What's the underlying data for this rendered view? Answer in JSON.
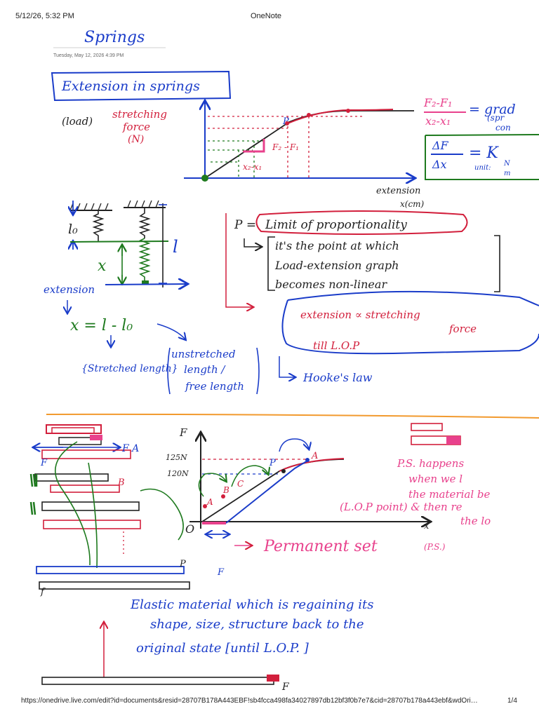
{
  "print_header": {
    "datetime": "5/12/26, 5:32 PM",
    "app": "OneNote"
  },
  "note": {
    "title": "Springs",
    "created": "Tuesday, May 12, 2026     4:39 PM"
  },
  "section1": {
    "heading": "Extension in springs",
    "load_label": "(load)",
    "stretching_force": "stretching",
    "force_word": "force",
    "newton": "(N)",
    "extension_axis": "extension",
    "x_cm": "x(cm)",
    "point_p": "P",
    "delta_f": "F₂ - F₁",
    "delta_x": "x₂-x₁"
  },
  "gradient_note": {
    "numerator": "F₂-F₁",
    "denominator": "x₂-x₁",
    "equals_grad": "= grad",
    "spring_const_1": "(spr",
    "spring_const_2": "con",
    "dF": "ΔF",
    "dx": "Δx",
    "eq_k": "= K",
    "unit": "unit:",
    "unit_n": "N",
    "unit_m": "m"
  },
  "section2": {
    "l0": "l₀",
    "l": "l",
    "x": "x",
    "extension": "extension",
    "equation": "x = l - l₀",
    "stretched_length": "{Stretched length}",
    "unstretched": "unstretched",
    "length_slash": "length /",
    "free_length": "free length"
  },
  "lop": {
    "p_equals": "P =",
    "term": "Limit of proportionality",
    "line1": "it's the point at which",
    "line2": "Load-extension graph",
    "line3": "becomes non-linear",
    "proportion1": "extension ∝ stretching",
    "proportion2": "force",
    "proportion3": "till L.O.P",
    "hookes_law": "Hooke's law"
  },
  "section3": {
    "f_axis": "F",
    "tick_125": "125N",
    "tick_120": "120N",
    "origin": "O",
    "pt_a": "A",
    "pt_b": "B",
    "pt_c": "C",
    "pt_p": "P",
    "x_axis": "x",
    "permanent_set": "Permanent set",
    "ps_abbrev": "(P.S.)",
    "side_fa": "F A",
    "side_f": "F",
    "side_b": "B",
    "bar_p": "P",
    "bar_f": "F",
    "bar_f2": "f",
    "ps_note1": "P.S. happens",
    "ps_note2": "when we l",
    "ps_note3": "the material be",
    "ps_note4": "(L.O.P point) & then re",
    "ps_note5": "the lo"
  },
  "section4": {
    "line1": "Elastic material which is regaining its",
    "line2": "shape, size, structure back to the",
    "line3": "original state [until L.O.P.  ]",
    "bottom_f": "F"
  },
  "print_footer": {
    "url": "https://onedrive.live.com/edit?id=documents&resid=28707B178A443EBF!sb4fcca498fa34027897db12bf3f0b7e7&cid=28707b178a443ebf&wdOri…",
    "page": "1/4"
  },
  "colors": {
    "blue_ink": "#1a3cc9",
    "red_ink": "#d21f3c",
    "green_ink": "#1e7a1e",
    "black_ink": "#222222",
    "pink_ink": "#e8418c",
    "orange_divider": "#f29a2e"
  }
}
